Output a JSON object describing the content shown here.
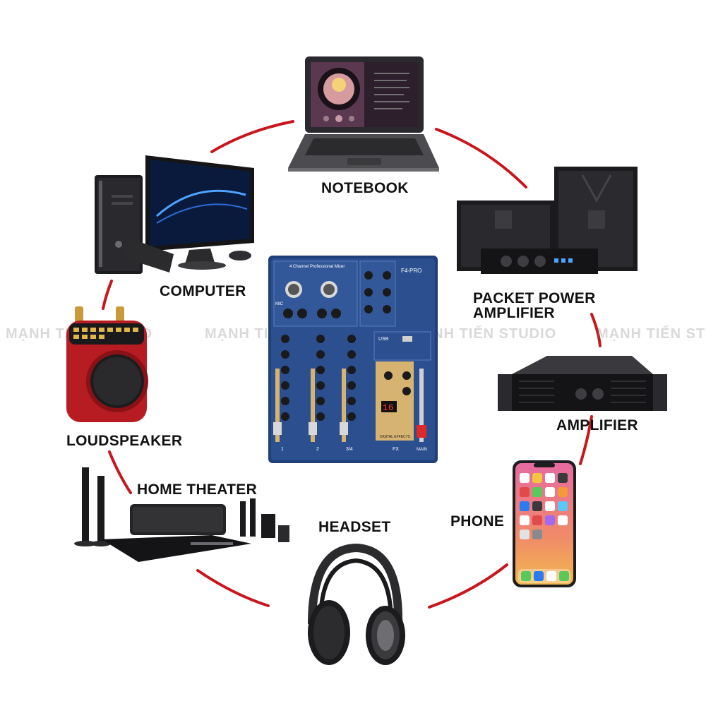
{
  "labels": {
    "notebook": "NOTEBOOK",
    "computer": "COMPUTER",
    "packet_power_line1": "PACKET POWER",
    "packet_power_line2": "AMPLIFIER",
    "amplifier": "AMPLIFIER",
    "loudspeaker": "LOUDSPEAKER",
    "home_theater": "HOME THEATER",
    "headset": "HEADSET",
    "phone": "PHONE"
  },
  "watermark": {
    "text_1": "MẠNH TIẾN STUDIO",
    "text_2": "MẠNH TIẾN STUDIO",
    "text_3": "MẠNH TIẾN STUDIO",
    "text_4": "MẠNH TIẾN STUDIO"
  },
  "mixer": {
    "title": "4 Channel Professional Mixer",
    "model": "F4-PRO",
    "ch1": "1",
    "ch2": "2",
    "ch34": "3/4",
    "fx": "FX",
    "main": "MAIN",
    "display": "16",
    "usb": "USB",
    "mic": "MIC",
    "digital_effects": "DIGITAL EFFECTS"
  },
  "colors": {
    "ring": "#c8161d",
    "mixer_body": "#2b4f8f",
    "text": "#111111"
  }
}
